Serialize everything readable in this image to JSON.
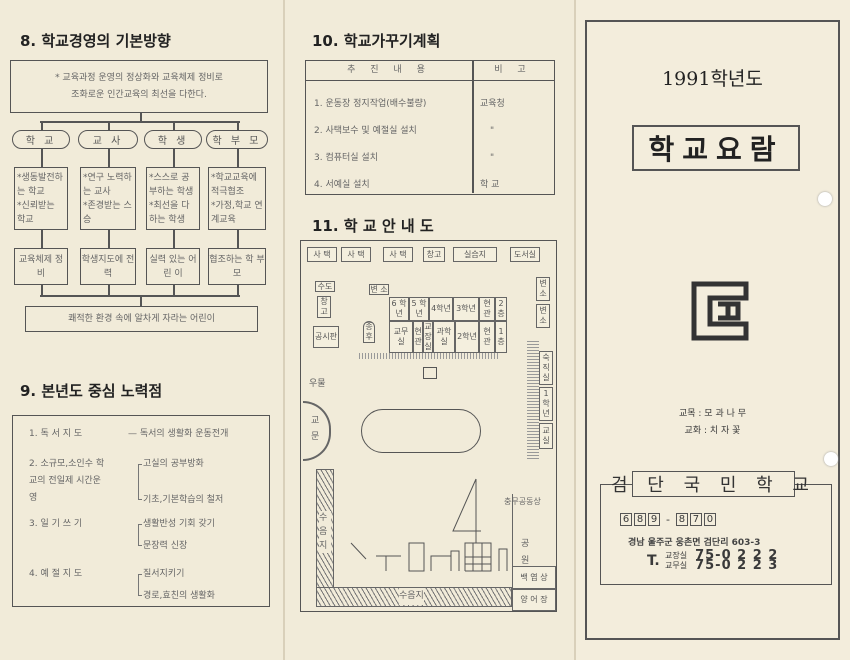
{
  "section8": {
    "title": "8. 학교경영의 기본방향",
    "goal": [
      "* 교육과정 운영의 정상화와 교육체제 정비로",
      "조화로운 인간교육의 최선을 다한다."
    ],
    "groups": [
      {
        "label": "학 교",
        "goals": [
          "*생동발전하는 학교",
          "*신뢰받는 학교"
        ],
        "result": "교육체제 정비"
      },
      {
        "label": "교 사",
        "goals": [
          "*연구 노력하는 교사",
          "*존경받는 스승"
        ],
        "result": "학생지도에 전 력"
      },
      {
        "label": "학 생",
        "goals": [
          "*스스로 공부하는 학생",
          "*최선을 다하는 학생"
        ],
        "result": "실력 있는 어 린 이"
      },
      {
        "label": "학 부 모",
        "goals": [
          "*학교교육에 적극협조",
          "*가정,학교 연계교육"
        ],
        "result": "협조하는 학 부 모"
      }
    ],
    "outcome": "쾌적한 환경 속에 알차게 자라는 어린이"
  },
  "section9": {
    "title": "9. 본년도 중심 노력점",
    "items": [
      {
        "name": "1. 독 서 지 도",
        "points": [
          "— 독서의 생활화 운동전개"
        ]
      },
      {
        "name": "2. 소규모,소인수 학교의 전일제 시간운영",
        "points": [
          "고실의 공부방화",
          "기초,기본학습의 철저"
        ]
      },
      {
        "name": "3. 일 기 쓰 기",
        "points": [
          "생활반성 기회 갖기",
          "문장력 신장"
        ]
      },
      {
        "name": "4. 예 절 지 도",
        "points": [
          "질서지키기",
          "경로,효친의 생활화"
        ]
      }
    ]
  },
  "section10": {
    "title": "10. 학교가꾸기계획",
    "headers": [
      "추 진 내 용",
      "비 고"
    ],
    "rows": [
      [
        "1. 운동장 정지작업(배수불량)",
        "교육청"
      ],
      [
        "2. 사택보수 및 예절실 설치",
        "\""
      ],
      [
        "3. 컴퓨터실 설치",
        "\""
      ],
      [
        "4. 서예실 설치",
        "학 교"
      ]
    ]
  },
  "section11": {
    "title": "11. 학 교 안 내 도",
    "map": {
      "sataek": "사 택",
      "changgo": "창고",
      "silseupji": "실습지",
      "library": "도서실",
      "sudo": "수도",
      "changgo2": "창 고",
      "byeonso": "변 소",
      "byeonso2": "변소",
      "byeonso3": "변 소",
      "gongsiban": "공시판",
      "jonghyeon": "종 후",
      "umul": "우물",
      "gyomun": "교 문",
      "grade6": "6 학년",
      "grade5": "5 학년",
      "grade4": "4학년",
      "grade3": "3학년",
      "hyeongwan": "현 관",
      "floor2": "2 층",
      "floor1": "1층",
      "gyomusil": "교무실",
      "hyeongwan2": "현관",
      "gyojangsil": "교장실",
      "gwahaksil": "과학실",
      "grade2": "2학년",
      "hyeongwan3": "현관",
      "grade1": "1학년",
      "gyosil1": "교실",
      "gyosil2": "숙직실",
      "suumji": "수 음 지",
      "suumji2": "수음지",
      "chungmu": "충무공동상",
      "garden": "공 원",
      "baekyeop": "백 엽 상",
      "yangeo": "양 어 장"
    }
  },
  "cover": {
    "year": "1991학년도",
    "title": "학교요람",
    "tree": "교목 : 모 과 나 무",
    "flower": "교화 : 치 자  꽃",
    "school": "검 단 국 민 학 교",
    "postal": [
      "6",
      "8",
      "9",
      "-",
      "8",
      "7",
      "0"
    ],
    "address": "경남  울주군  웅촌면  검단리  603-3",
    "phone_prefix": "T.",
    "phones": [
      {
        "label": "교장실",
        "number": "75-0 2 2 2"
      },
      {
        "label": "교무실",
        "number": "75-0 2 2 3"
      }
    ]
  }
}
